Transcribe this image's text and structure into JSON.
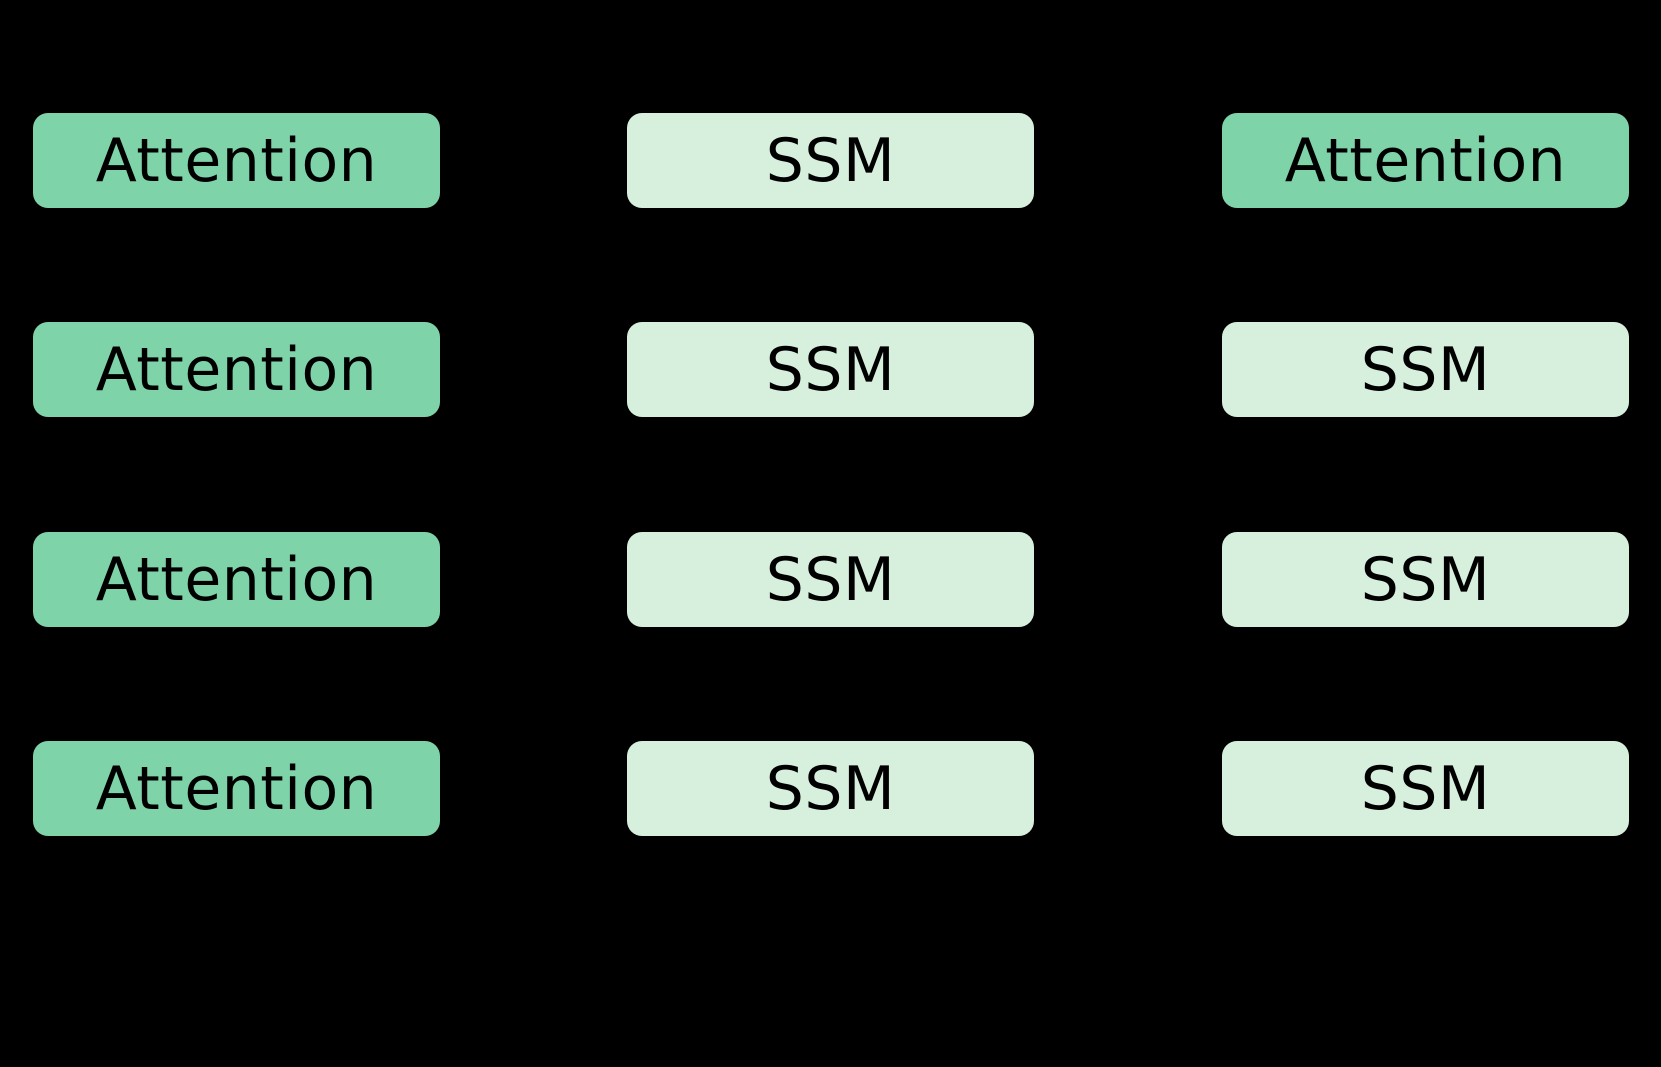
{
  "diagram": {
    "background_color": "#000000",
    "colors": {
      "attention_fill": "#7ed3a9",
      "ssm_fill": "#d7f0dd",
      "label_text": "#000000"
    },
    "columns": [
      {
        "name": "left-stack",
        "boxes": [
          {
            "type": "attention",
            "label": "Attention"
          },
          {
            "type": "attention",
            "label": "Attention"
          },
          {
            "type": "attention",
            "label": "Attention"
          },
          {
            "type": "attention",
            "label": "Attention"
          }
        ]
      },
      {
        "name": "middle-stack",
        "boxes": [
          {
            "type": "ssm",
            "label": "SSM"
          },
          {
            "type": "ssm",
            "label": "SSM"
          },
          {
            "type": "ssm",
            "label": "SSM"
          },
          {
            "type": "ssm",
            "label": "SSM"
          }
        ]
      },
      {
        "name": "right-stack",
        "boxes": [
          {
            "type": "attention",
            "label": "Attention"
          },
          {
            "type": "ssm",
            "label": "SSM"
          },
          {
            "type": "ssm",
            "label": "SSM"
          },
          {
            "type": "ssm",
            "label": "SSM"
          }
        ]
      }
    ]
  }
}
